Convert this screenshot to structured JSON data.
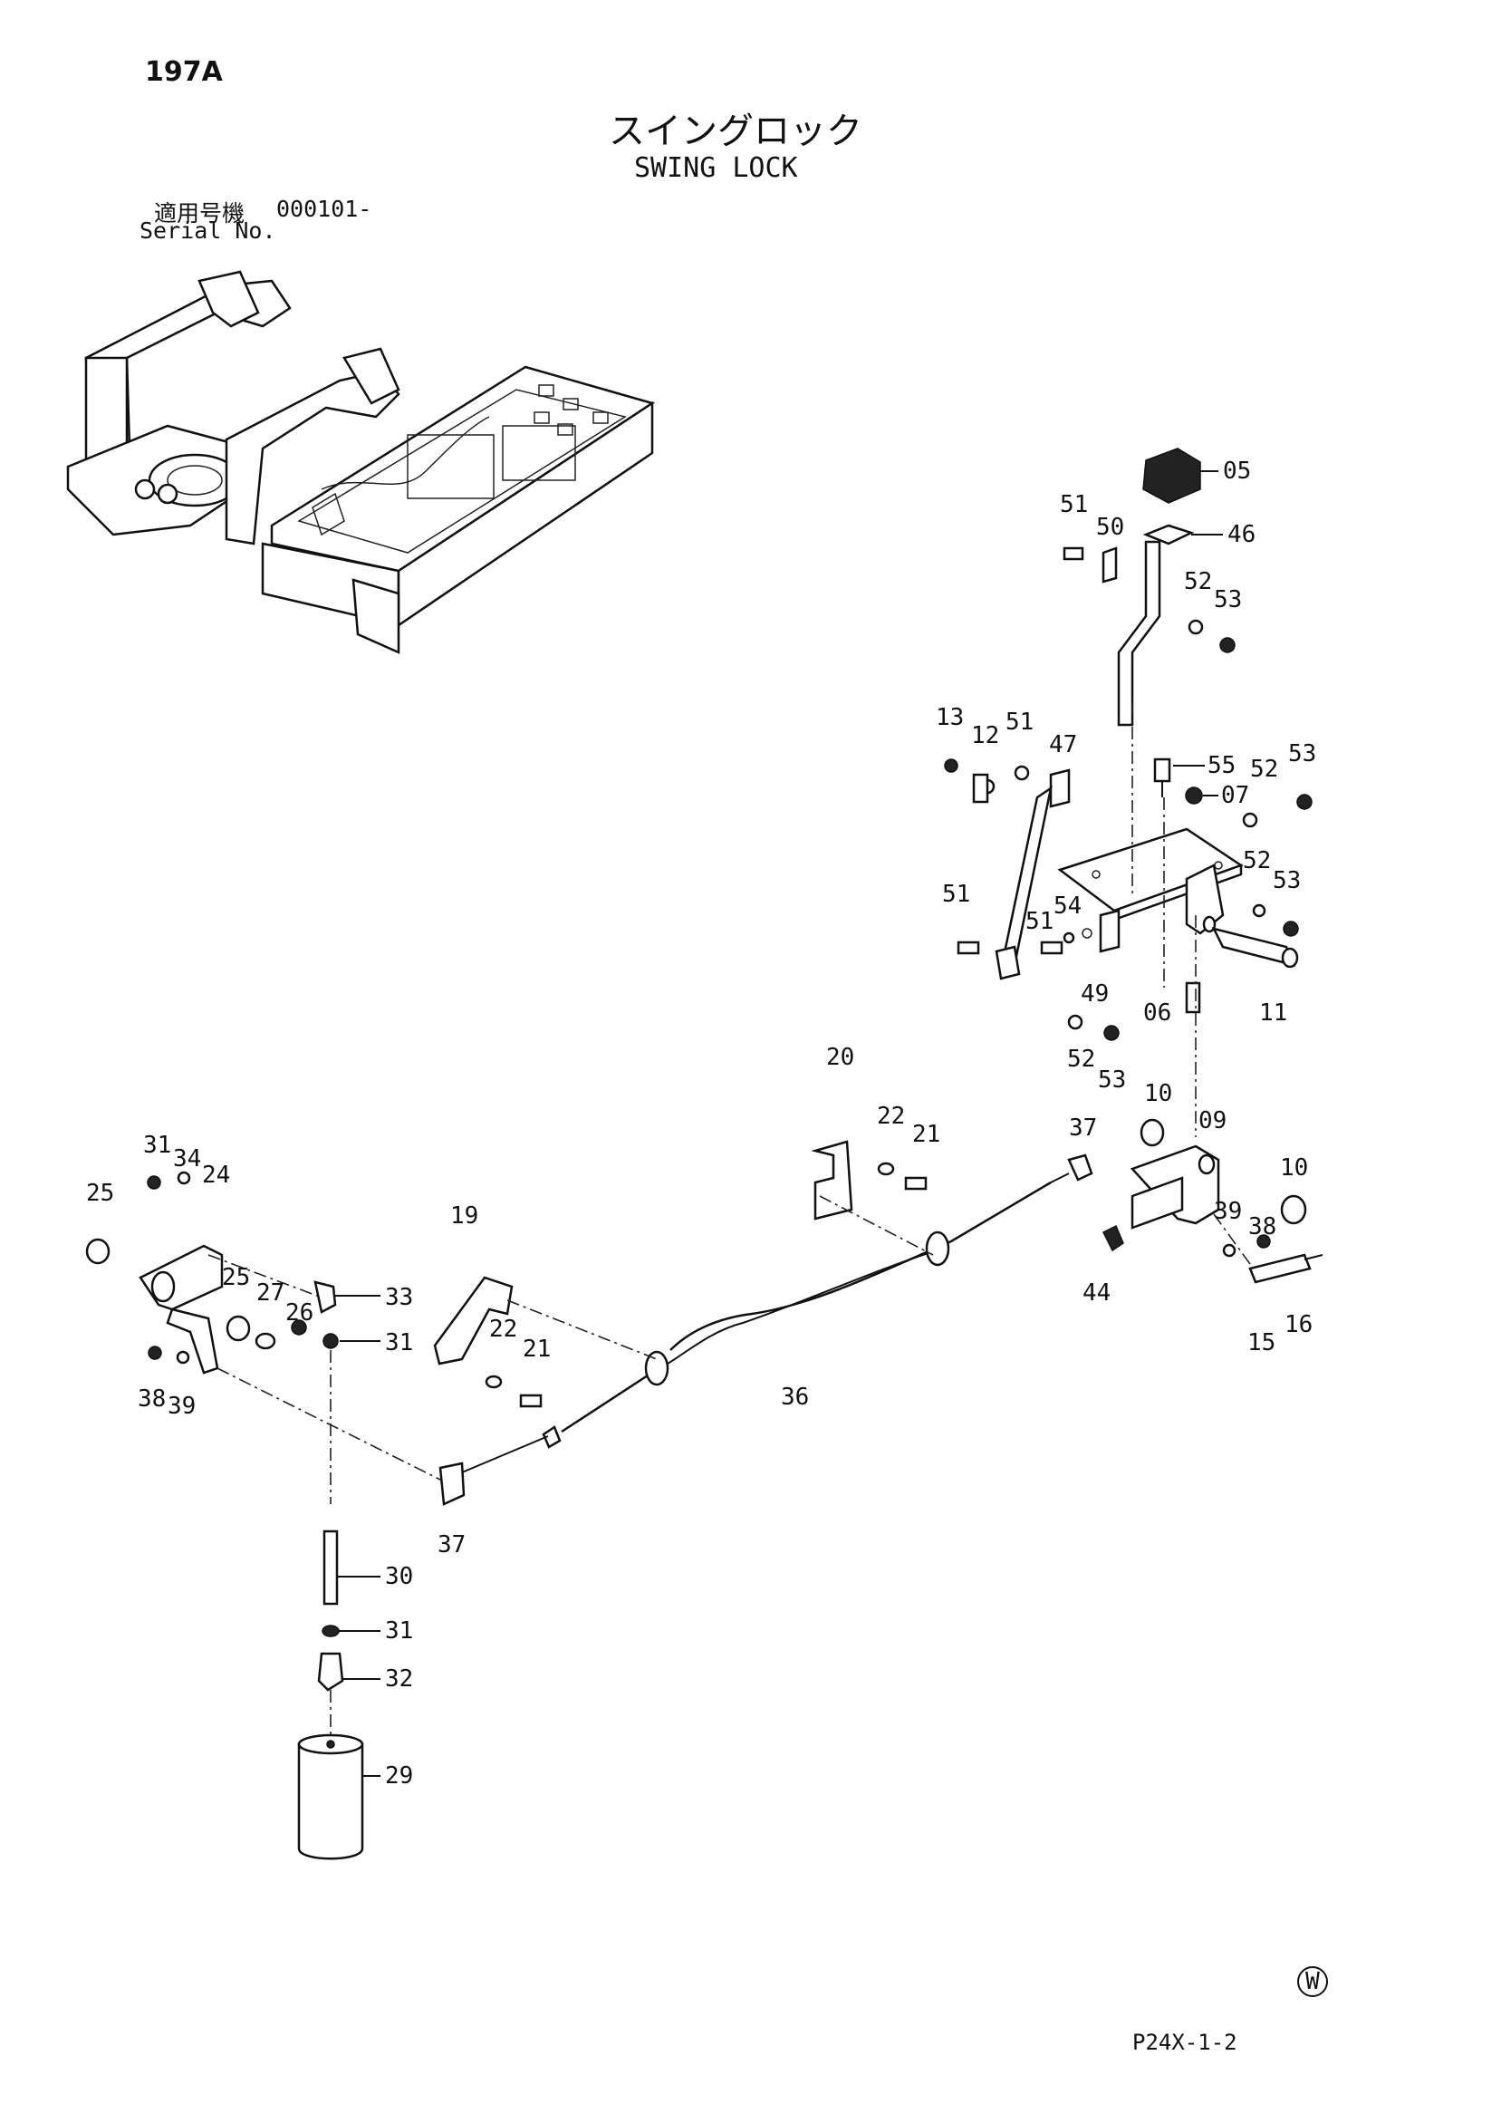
{
  "header": {
    "page_number": "197A",
    "title_ja": "スイングロック",
    "title_en": "SWING LOCK",
    "serial_label_ja": "適用号機",
    "serial_value": "000101-",
    "serial_label_en": "Serial No."
  },
  "footer": {
    "mark": "W",
    "page_code": "P24X-1-2"
  },
  "callouts": {
    "c05": "05",
    "c46": "46",
    "c51a": "51",
    "c50": "50",
    "c52a": "52",
    "c53a": "53",
    "c13": "13",
    "c12": "12",
    "c51b": "51",
    "c47": "47",
    "c55": "55",
    "c07": "07",
    "c52b": "52",
    "c53b": "53",
    "c52c": "52",
    "c53c": "53",
    "c51c": "51",
    "c51d": "51",
    "c54": "54",
    "c49": "49",
    "c06": "06",
    "c11": "11",
    "c52d": "52",
    "c53d": "53",
    "c20": "20",
    "c22a": "22",
    "c21a": "21",
    "c37a": "37",
    "c10a": "10",
    "c09": "09",
    "c10b": "10",
    "c39a": "39",
    "c38a": "38",
    "c44": "44",
    "c15": "15",
    "c16": "16",
    "c31a": "31",
    "c34": "34",
    "c24": "24",
    "c25a": "25",
    "c19": "19",
    "c25b": "25",
    "c27": "27",
    "c26": "26",
    "c33": "33",
    "c31b": "31",
    "c22b": "22",
    "c21b": "21",
    "c38b": "38",
    "c39b": "39",
    "c36": "36",
    "c37b": "37",
    "c30": "30",
    "c31c": "31",
    "c32": "32",
    "c29": "29"
  }
}
